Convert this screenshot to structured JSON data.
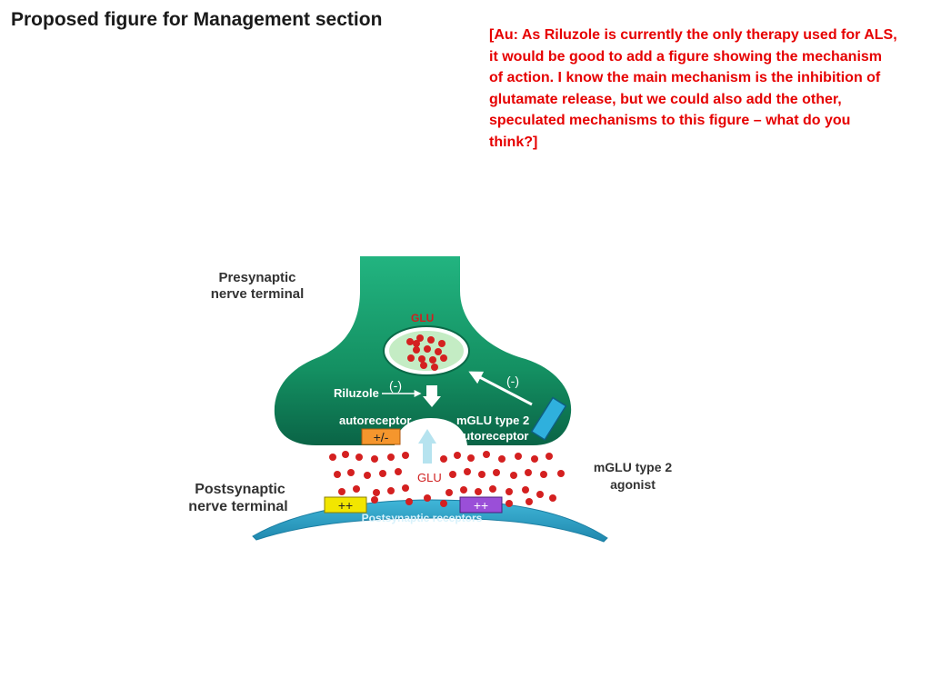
{
  "slide": {
    "title": "Proposed figure for Management section",
    "note": "[Au: As Riluzole is currently the only therapy used for ALS, it would be good to add a figure showing the mechanism of action. I know the main mechanism is the inhibition of glutamate release, but we could also add the other, speculated mechanisms to this figure – what do you think?]"
  },
  "diagram": {
    "presynaptic_label_1": "Presynaptic",
    "presynaptic_label_2": "nerve terminal",
    "postsynaptic_label_1": "Postsynaptic",
    "postsynaptic_label_2": "nerve terminal",
    "glu_vesicle_label": "GLU",
    "riluzole_label": "Riluzole",
    "inhibit_sign_riluzole": "(-)",
    "inhibit_sign_agonist": "(-)",
    "autoreceptor_label": "autoreceptor",
    "autoreceptor_sign": "+/-",
    "mglu2_auto_label_1": "mGLU type 2",
    "mglu2_auto_label_2": "autoreceptor",
    "glu_cleft_label": "GLU",
    "agonist_label_1": "mGLU type 2",
    "agonist_label_2": "agonist",
    "post_receptor_sign_1": "++",
    "post_receptor_sign_2": "++",
    "postsynaptic_receptors_label": "Postsynaptic receptors",
    "colors": {
      "presynaptic_top": "#20b07c",
      "presynaptic_bottom": "#0c6a4c",
      "glutamate": "#d42020",
      "autoreceptor_box": "#f5962d",
      "post_receptor_left": "#f2e600",
      "post_receptor_right": "#9a4fd8",
      "agonist_receptor": "#2fb0dd",
      "postsynaptic_membrane": "#33a0c4"
    }
  }
}
